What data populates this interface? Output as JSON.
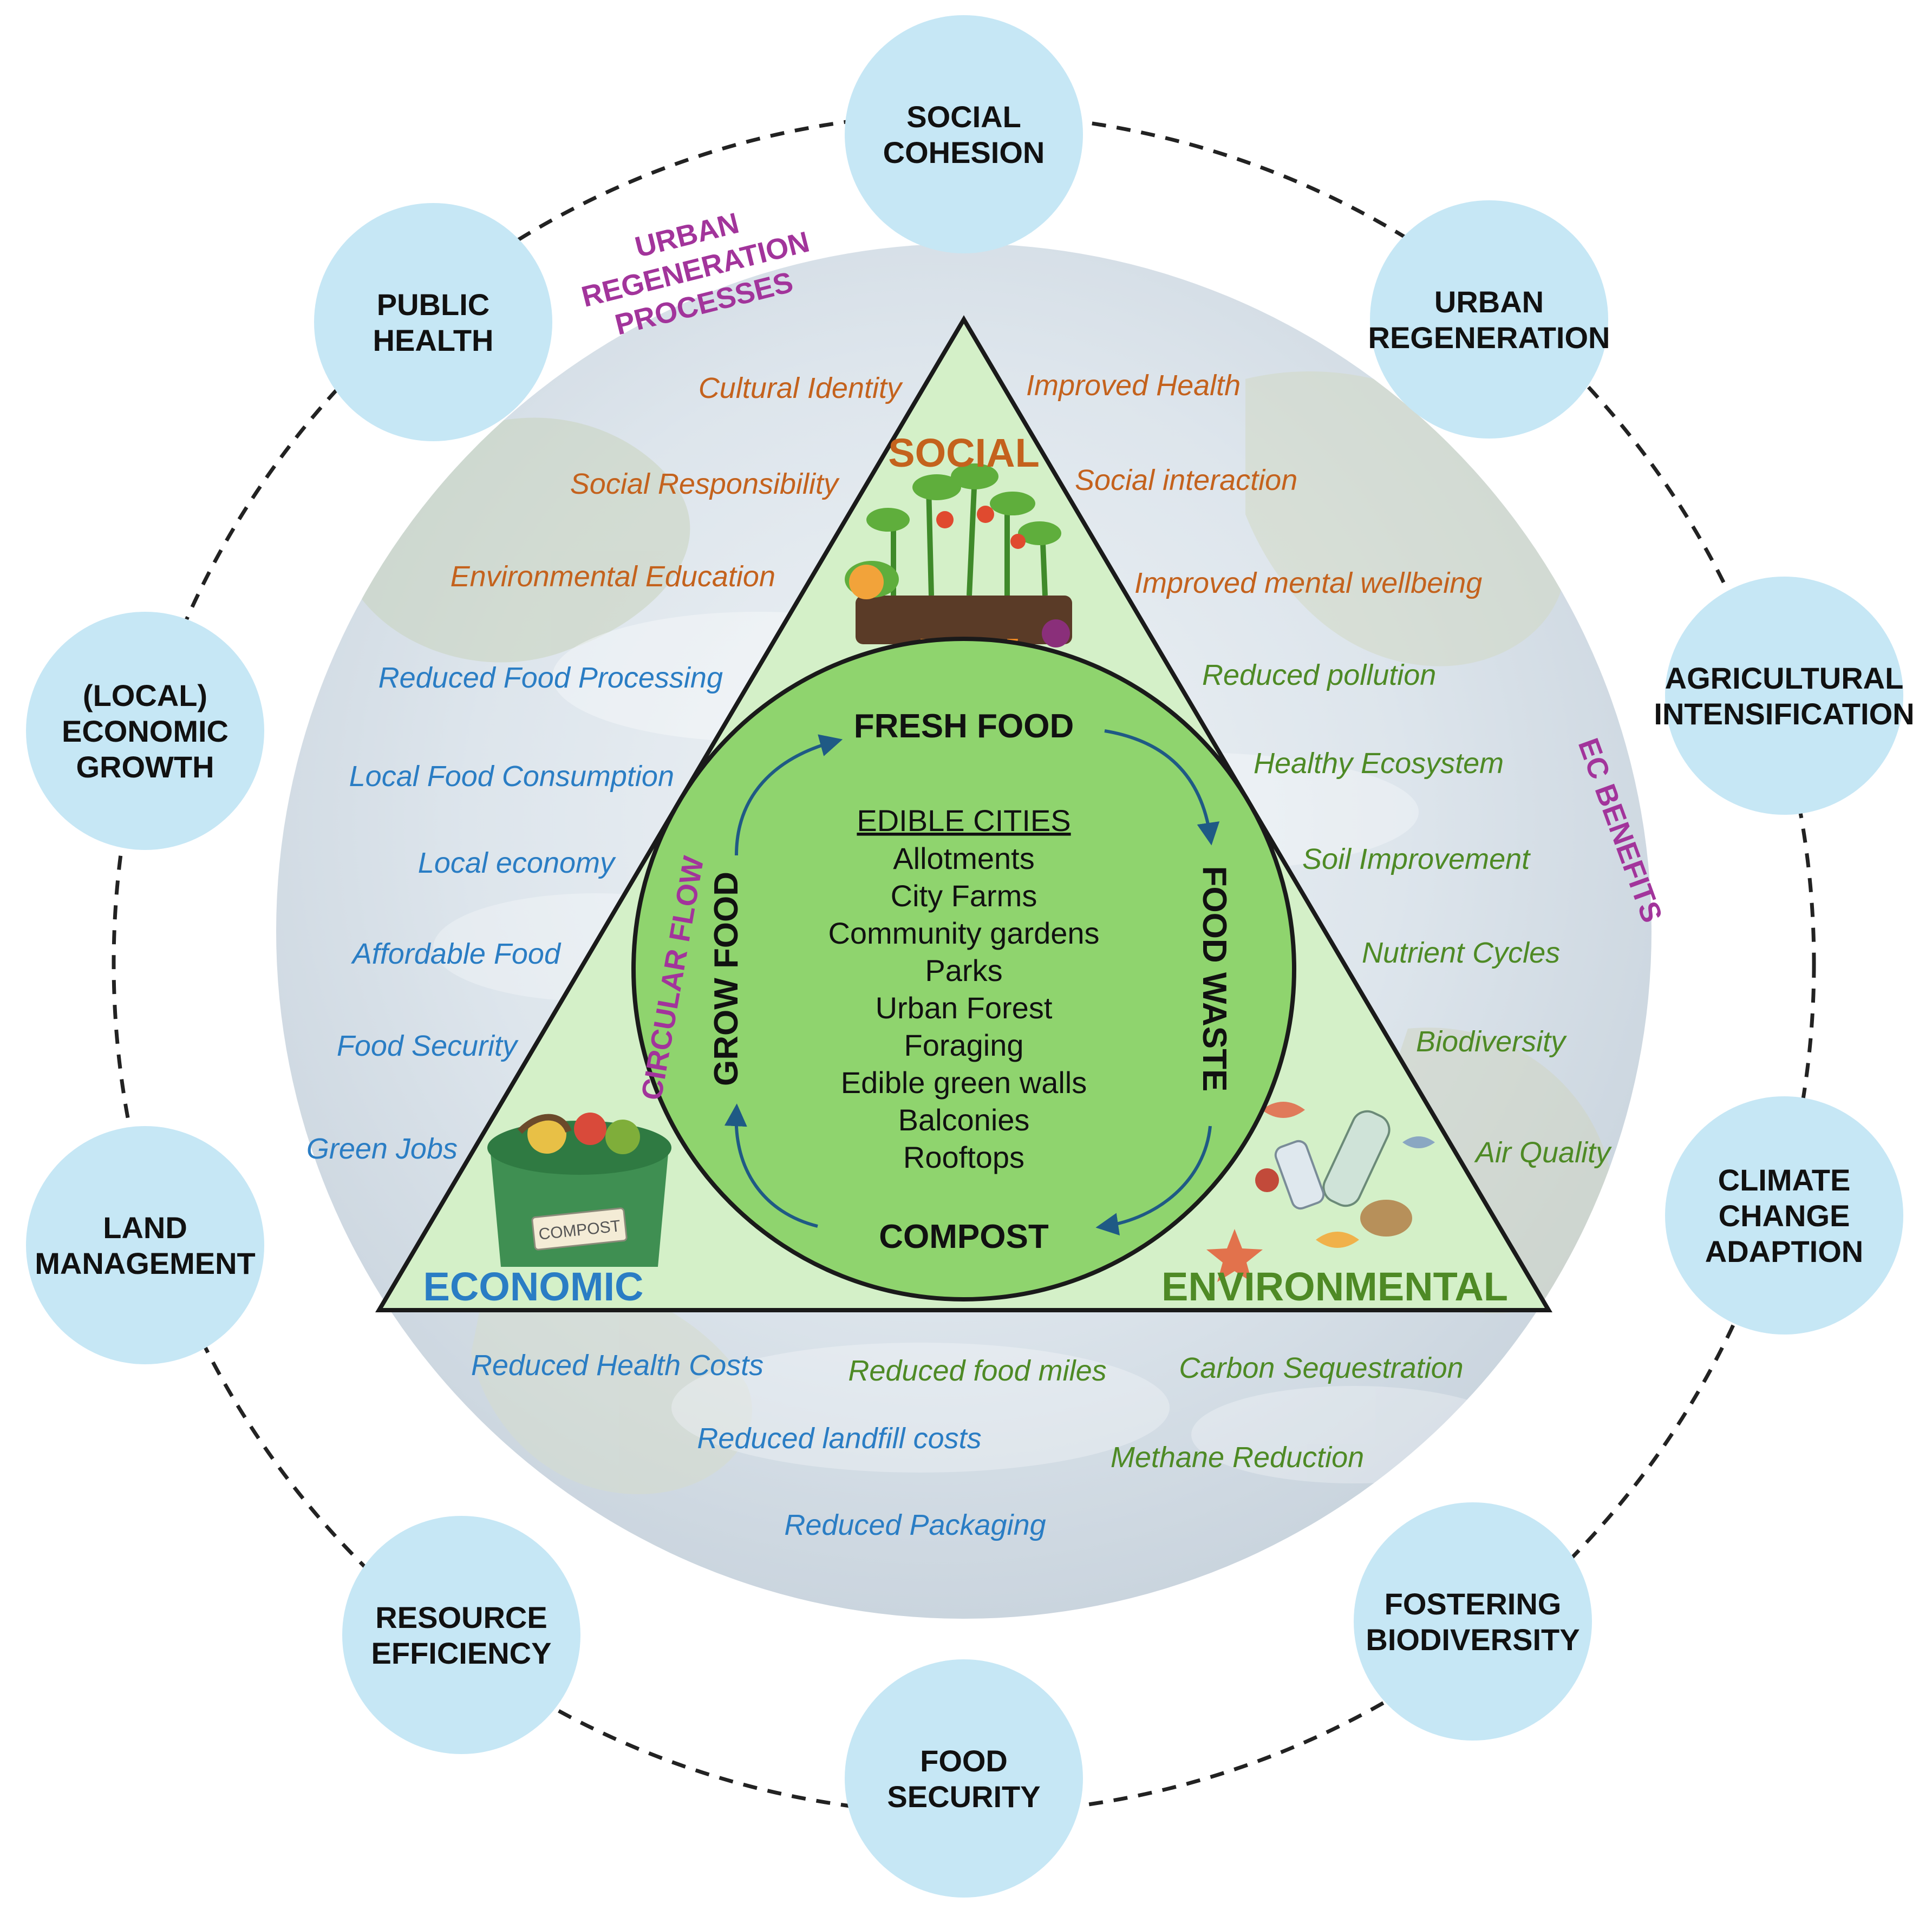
{
  "outer_nodes": [
    {
      "id": "social-cohesion",
      "lines": [
        "SOCIAL",
        "COHESION"
      ]
    },
    {
      "id": "urban-regeneration",
      "lines": [
        "URBAN",
        "REGENERATION"
      ]
    },
    {
      "id": "agricultural-intensification",
      "lines": [
        "AGRICULTURAL",
        "INTENSIFICATION"
      ]
    },
    {
      "id": "climate-change-adaption",
      "lines": [
        "CLIMATE",
        "CHANGE",
        "ADAPTION"
      ]
    },
    {
      "id": "fostering-biodiversity",
      "lines": [
        "FOSTERING",
        "BIODIVERSITY"
      ]
    },
    {
      "id": "food-security",
      "lines": [
        "FOOD",
        "SECURITY"
      ]
    },
    {
      "id": "resource-efficiency",
      "lines": [
        "RESOURCE",
        "EFFICIENCY"
      ]
    },
    {
      "id": "land-management",
      "lines": [
        "LAND",
        "MANAGEMENT"
      ]
    },
    {
      "id": "local-economic-growth",
      "lines": [
        "(LOCAL)",
        "ECONOMIC",
        "GROWTH"
      ]
    },
    {
      "id": "public-health",
      "lines": [
        "PUBLIC",
        "HEALTH"
      ]
    }
  ],
  "ring_labels": {
    "urban_regeneration_processes": [
      "URBAN",
      "REGENERATION",
      "PROCESSES"
    ],
    "ec_benefits": "EC BENEFITS",
    "circular_flow": "CIRCULAR FLOW"
  },
  "pillars": {
    "social": "SOCIAL",
    "economic": "ECONOMIC",
    "environmental": "ENVIRONMENTAL"
  },
  "flow": {
    "fresh_food": "FRESH FOOD",
    "food_waste": "FOOD WASTE",
    "compost": "COMPOST",
    "grow_food": "GROW FOOD"
  },
  "edible_cities": {
    "title": "EDIBLE CITIES",
    "items": [
      "Allotments",
      "City Farms",
      "Community gardens",
      "Parks",
      "Urban Forest",
      "Foraging",
      "Edible green walls",
      "Balconies",
      "Rooftops"
    ]
  },
  "benefits": {
    "social_left": [
      "Cultural Identity",
      "Social Responsibility",
      "Environmental Education"
    ],
    "social_right": [
      "Improved Health",
      "Social interaction",
      "Improved mental wellbeing"
    ],
    "economic_left": [
      "Reduced Food Processing",
      "Local Food Consumption",
      "Local economy",
      "Affordable Food",
      "Food Security",
      "Green Jobs"
    ],
    "environmental_right": [
      "Reduced pollution",
      "Healthy Ecosystem",
      "Soil Improvement",
      "Nutrient Cycles",
      "Biodiversity",
      "Air Quality"
    ],
    "economic_bottom": [
      "Reduced Health Costs",
      "Reduced landfill costs",
      "Reduced Packaging"
    ],
    "environmental_bottom": [
      "Reduced food miles",
      "Carbon Sequestration",
      "Methane Reduction"
    ]
  },
  "illustrations": {
    "compost_bin_label": "COMPOST"
  },
  "colors": {
    "node_fill": "#c6e7f5",
    "triangle_fill": "#d4f0c8",
    "inner_circle_fill": "#8fd46e",
    "social": "#c4621d",
    "economic": "#2a7dc4",
    "environmental": "#4e8a25",
    "magenta": "#a2349b",
    "arrow": "#1f5a85"
  }
}
